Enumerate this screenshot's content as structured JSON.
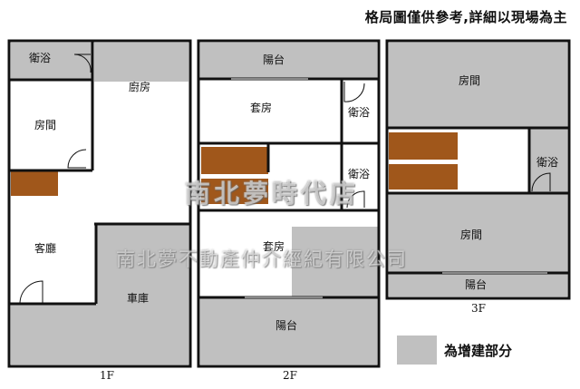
{
  "notice": "格局圖僅供參考,詳細以現場為主",
  "floors": {
    "f1": {
      "label": "1F",
      "rooms": {
        "bath": "衛浴",
        "kitchen": "廚房",
        "bedroom": "房間",
        "living": "客廳",
        "garage": "車庫"
      }
    },
    "f2": {
      "label": "2F",
      "rooms": {
        "balcony_top": "陽台",
        "suite_top": "套房",
        "bath_top": "衛浴",
        "bath_mid": "衛浴",
        "suite_bottom": "套房",
        "balcony_bottom": "陽台"
      }
    },
    "f3": {
      "label": "3F",
      "rooms": {
        "room_top": "房間",
        "bath": "衛浴",
        "room_bottom": "房間",
        "balcony": "陽台"
      }
    }
  },
  "watermark": {
    "brand": "南北夢時代店",
    "company": "南北夢不動產仲介經紀有限公司"
  },
  "legend": {
    "label": "為增建部分",
    "swatch_color": "#c0c0c0"
  },
  "colors": {
    "extension": "#c0c0c0",
    "stairs": "#a0571b",
    "wall": "#111111"
  }
}
